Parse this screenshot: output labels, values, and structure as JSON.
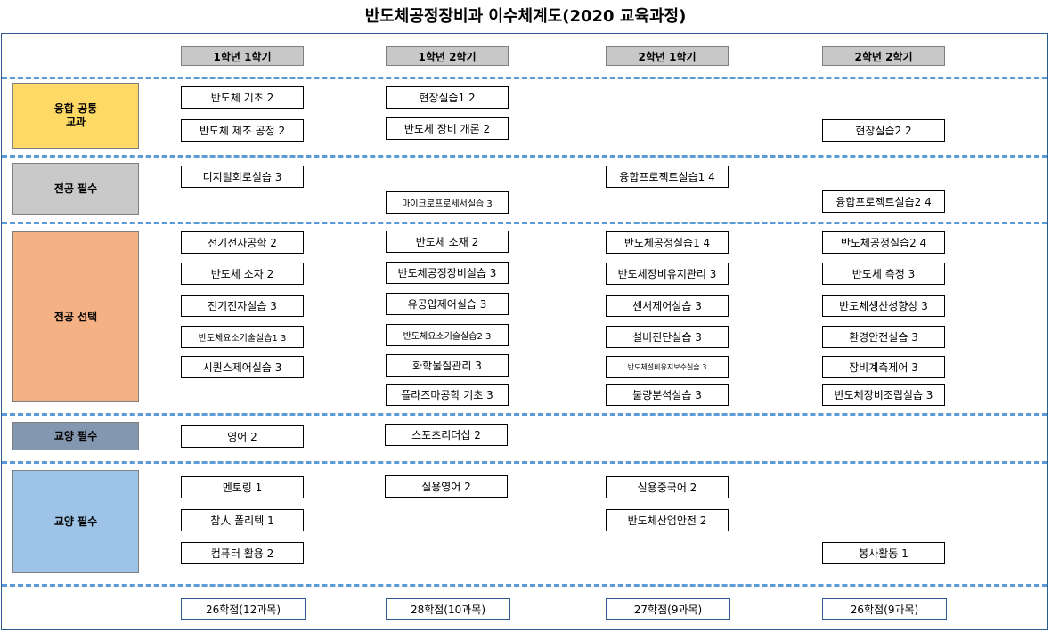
{
  "title": "반도체공정장비과 이수체계도(2020 교육과정)",
  "semesters": [
    "1학년 1학기",
    "1학년 2학기",
    "2학년 1학기",
    "2학년 2학기"
  ],
  "categories": [
    {
      "label": "융합 공통\n교과",
      "color": "#ffd966"
    },
    {
      "label": "전공 필수",
      "color": "#c9c9c9"
    },
    {
      "label": "전공 선택",
      "color": "#f4b183"
    },
    {
      "label": "교양 필수",
      "color": "#8497b0"
    },
    {
      "label": "교양 필수",
      "color": "#9dc3e6"
    }
  ],
  "courses": {
    "s1": [
      "반도체 기초 2",
      "반도체 제조 공정 2",
      "디지털회로실습 3",
      "전기전자공학 2",
      "반도체 소자 2",
      "전기전자실습 3",
      "반도체요소기술실습1 3",
      "시퀀스제어실습 3",
      "영어 2",
      "멘토링 1",
      "참人 폴리텍 1",
      "컴퓨터 활용 2"
    ],
    "s2": [
      "현장실습1 2",
      "반도체 장비 개론 2",
      "마이크로프로세서실습 3",
      "반도체 소재 2",
      "반도체공정장비실습 3",
      "유공압제어실습 3",
      "반도체요소기술실습2 3",
      "화학물질관리 3",
      "플라즈마공학 기초 3",
      "스포츠리더십 2",
      "실용영어 2"
    ],
    "s3": [
      "융합프로젝트실습1 4",
      "반도체공정실습1 4",
      "반도체장비유지관리 3",
      "센서제어실습 3",
      "설비진단실습 3",
      "반도체설비유지보수실습 3",
      "불량분석실습 3",
      "실용중국어 2",
      "반도체산업안전 2"
    ],
    "s4": [
      "현장실습2 2",
      "융합프로젝트실습2 4",
      "반도체공정실습2 4",
      "반도체 측정 3",
      "반도체생산성향상 3",
      "환경안전실습 3",
      "장비계측제어 3",
      "반도체장비조립실습 3",
      "봉사활동 1"
    ]
  },
  "totals": [
    "26학점(12과목)",
    "28학점(10과목)",
    "27학점(9과목)",
    "26학점(9과목)"
  ]
}
